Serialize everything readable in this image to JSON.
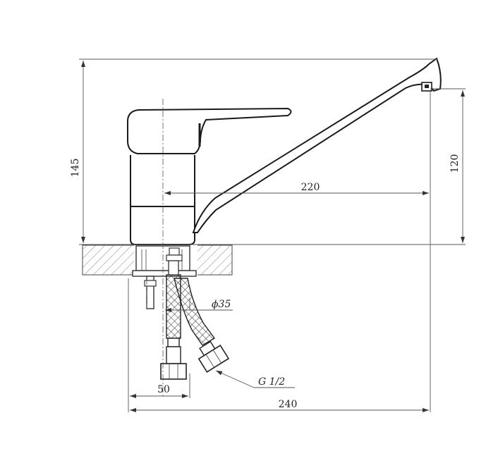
{
  "dimensions": {
    "height_total": "145",
    "height_spout": "120",
    "reach": "220",
    "pipe_diameter": "ϕ35",
    "thread": "G 1/2",
    "hose_spacing": "50",
    "overall_width": "240"
  }
}
